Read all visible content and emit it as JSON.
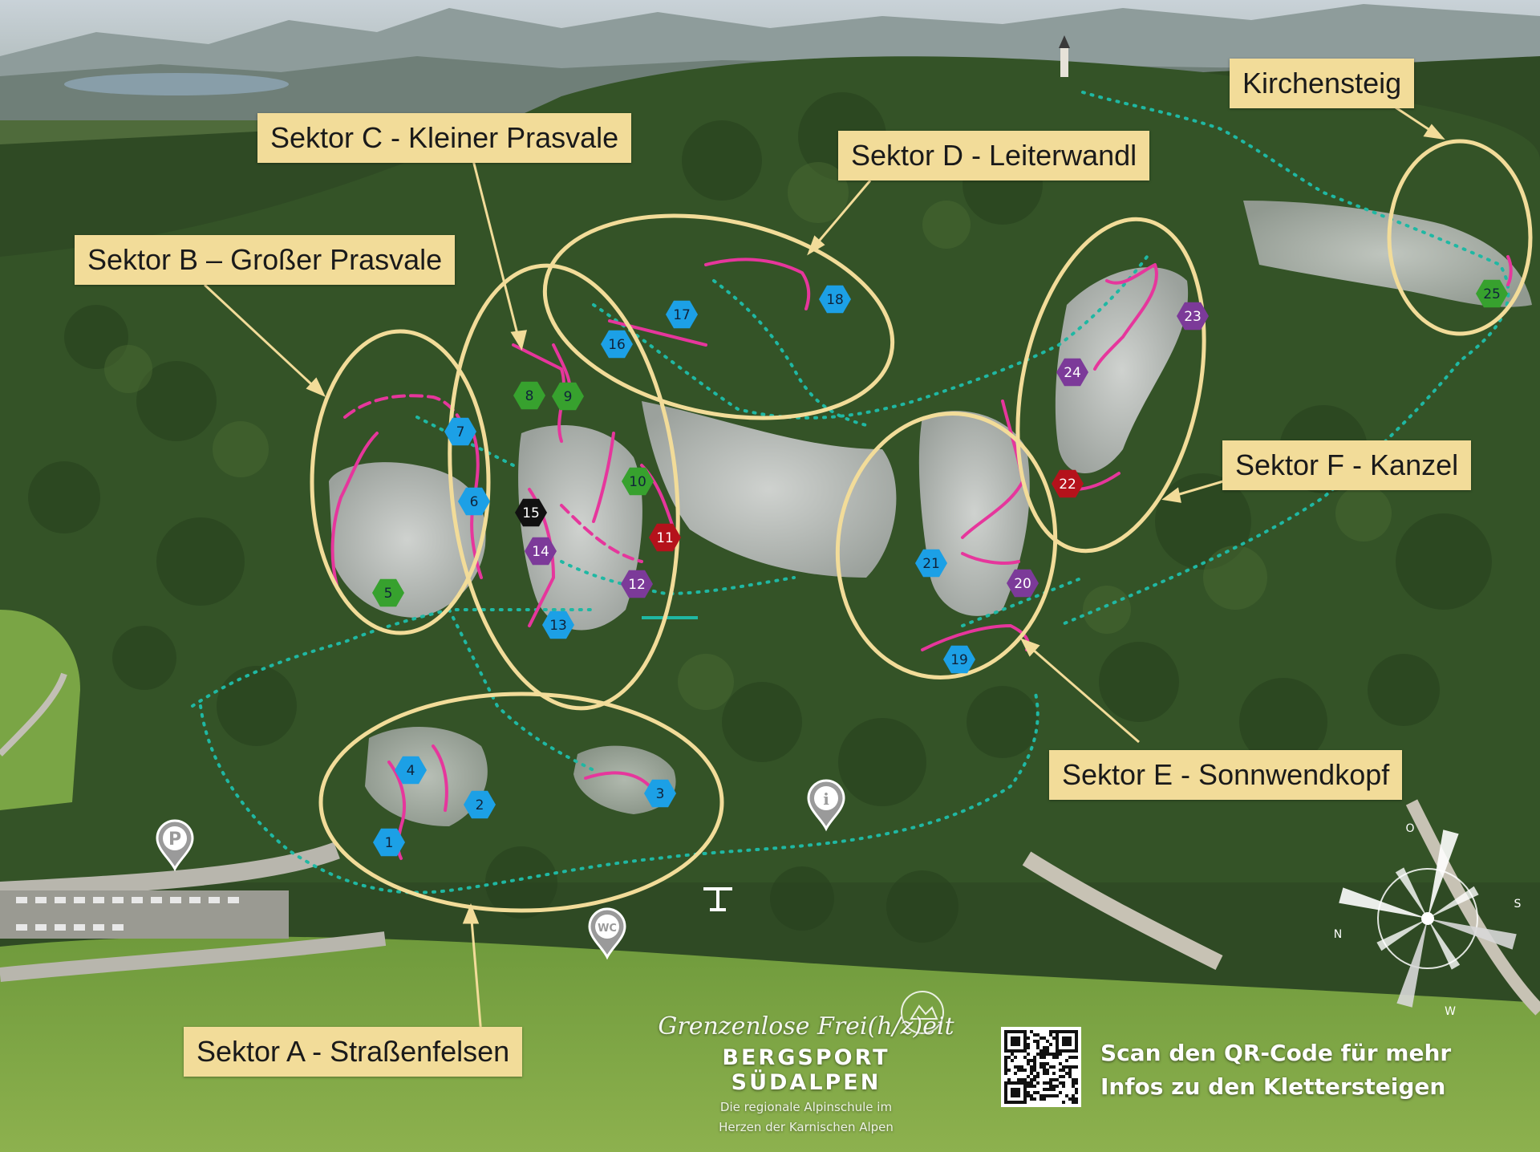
{
  "map": {
    "sectors": [
      {
        "id": "A",
        "label": "Sektor A - Straßenfelsen"
      },
      {
        "id": "B",
        "label": "Sektor B – Großer Prasvale"
      },
      {
        "id": "C",
        "label": "Sektor C - Kleiner Prasvale"
      },
      {
        "id": "D",
        "label": "Sektor D - Leiterwandl"
      },
      {
        "id": "E",
        "label": "Sektor E - Sonnwendkopf"
      },
      {
        "id": "F",
        "label": "Sektor F - Kanzel"
      },
      {
        "id": "K",
        "label": "Kirchensteig"
      }
    ],
    "routes": [
      {
        "number": "1",
        "difficulty": "blue"
      },
      {
        "number": "2",
        "difficulty": "blue"
      },
      {
        "number": "3",
        "difficulty": "blue"
      },
      {
        "number": "4",
        "difficulty": "blue"
      },
      {
        "number": "5",
        "difficulty": "green"
      },
      {
        "number": "6",
        "difficulty": "blue"
      },
      {
        "number": "7",
        "difficulty": "blue"
      },
      {
        "number": "8",
        "difficulty": "green"
      },
      {
        "number": "9",
        "difficulty": "green"
      },
      {
        "number": "10",
        "difficulty": "green"
      },
      {
        "number": "11",
        "difficulty": "red"
      },
      {
        "number": "12",
        "difficulty": "purple"
      },
      {
        "number": "13",
        "difficulty": "blue"
      },
      {
        "number": "14",
        "difficulty": "purple"
      },
      {
        "number": "15",
        "difficulty": "black"
      },
      {
        "number": "16",
        "difficulty": "blue"
      },
      {
        "number": "17",
        "difficulty": "blue"
      },
      {
        "number": "18",
        "difficulty": "blue"
      },
      {
        "number": "19",
        "difficulty": "blue"
      },
      {
        "number": "20",
        "difficulty": "purple"
      },
      {
        "number": "21",
        "difficulty": "blue"
      },
      {
        "number": "22",
        "difficulty": "red"
      },
      {
        "number": "23",
        "difficulty": "purple"
      },
      {
        "number": "24",
        "difficulty": "purple"
      },
      {
        "number": "25",
        "difficulty": "green"
      }
    ],
    "poi": {
      "parking": "P",
      "wc": "WC",
      "info": "i",
      "compass": [
        "O",
        "S",
        "N",
        "W"
      ]
    },
    "colors": {
      "green": "#37a12e",
      "blue": "#1ca0e6",
      "red": "#b5121b",
      "purple": "#7c3a99",
      "black": "#111111",
      "route": "#e6369c",
      "trail": "#1fb8a3",
      "ellipse": "#f2dc99"
    }
  },
  "branding": {
    "script": "Grenzenlose Frei(h/z)eit",
    "name": "BERGSPORT SÜDALPEN",
    "tagline_1": "Die regionale Alpinschule im",
    "tagline_2": "Herzen der Karnischen Alpen"
  },
  "qr": {
    "line_1": "Scan den QR-Code für mehr",
    "line_2": "Infos zu den Klettersteigen"
  }
}
